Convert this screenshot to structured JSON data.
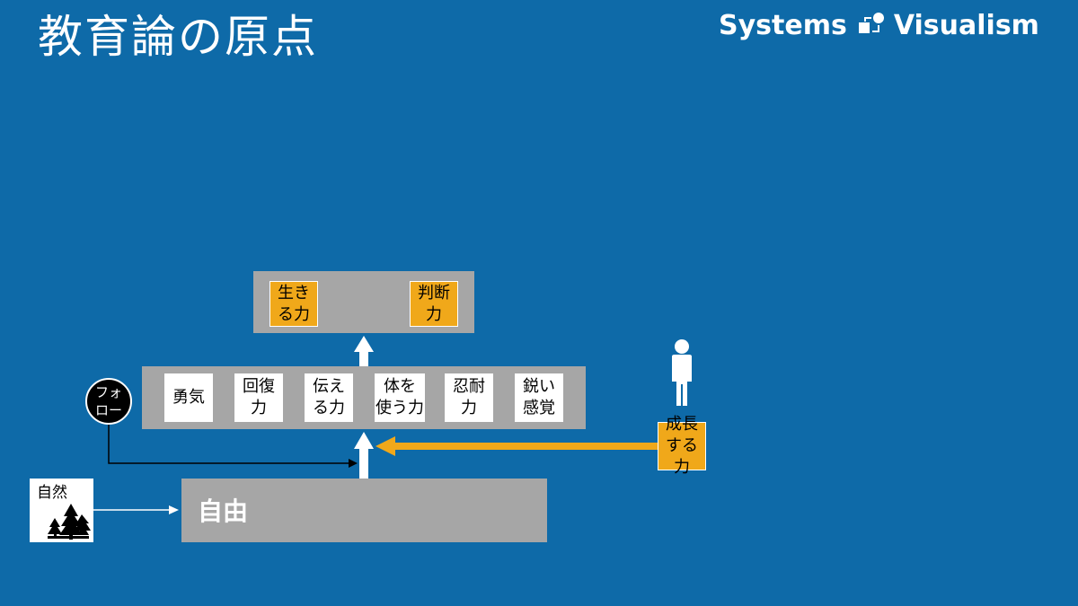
{
  "title": "教育論の原点",
  "brand": {
    "left": "Systems",
    "right": "Visualism",
    "logo": "systems-visualism-logo-icon"
  },
  "top_panel": {
    "items": [
      "生き\nる力",
      "判断\n力"
    ]
  },
  "middle_panel": {
    "items": [
      "勇気",
      "回復\n力",
      "伝え\nる力",
      "体を\n使う力",
      "忍耐\n力",
      "鋭い\n感覚"
    ]
  },
  "follow": "フォ\nロー",
  "nature": {
    "label": "自然",
    "icon": "forest-icon"
  },
  "freedom": "自由",
  "growth": "成長\nする力",
  "person_icon": "person-icon",
  "colors": {
    "background": "#0e6aa8",
    "panel": "#a6a6a6",
    "accent": "#f0a81a"
  }
}
